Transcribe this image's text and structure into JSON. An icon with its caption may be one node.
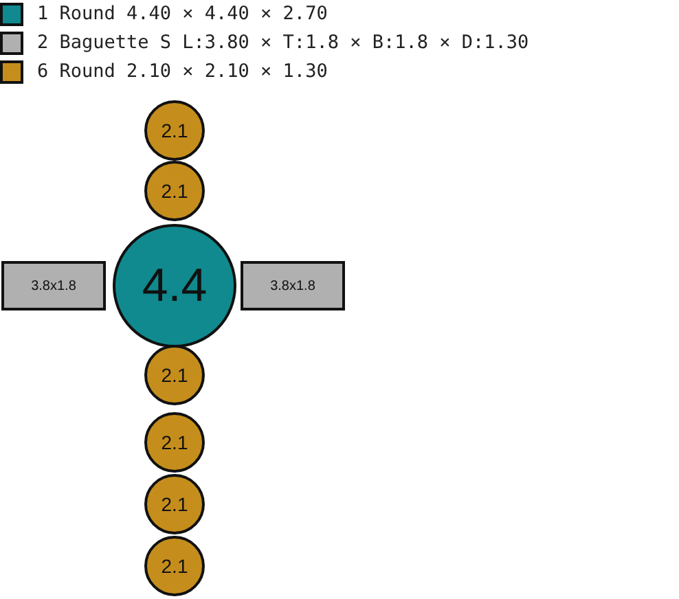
{
  "diagram": {
    "nodes": [
      {
        "text": [
          "2.1"
        ]
      },
      {
        "text": [
          "2.1"
        ]
      },
      {
        "text": [
          "3.8x1.8"
        ]
      },
      {
        "text": [
          "4.4"
        ]
      },
      {
        "text": [
          "3.8x1.8"
        ]
      },
      {
        "text": [
          "2.1"
        ]
      },
      {
        "text": [
          "2.1"
        ]
      },
      {
        "text": [
          "2.1"
        ]
      },
      {
        "text": [
          "2.1"
        ]
      }
    ],
    "legend": [
      {
        "text": "1 Round 4.40 × 4.40 × 2.70",
        "color": "#108a8e"
      },
      {
        "text": "2 Baguette S L:3.80 × T:1.8 × B:1.8 × D:1.30",
        "color": "#b0b0b0"
      },
      {
        "text": "6 Round 2.10 × 2.10 × 1.30",
        "color": "#c58e1c"
      }
    ]
  }
}
